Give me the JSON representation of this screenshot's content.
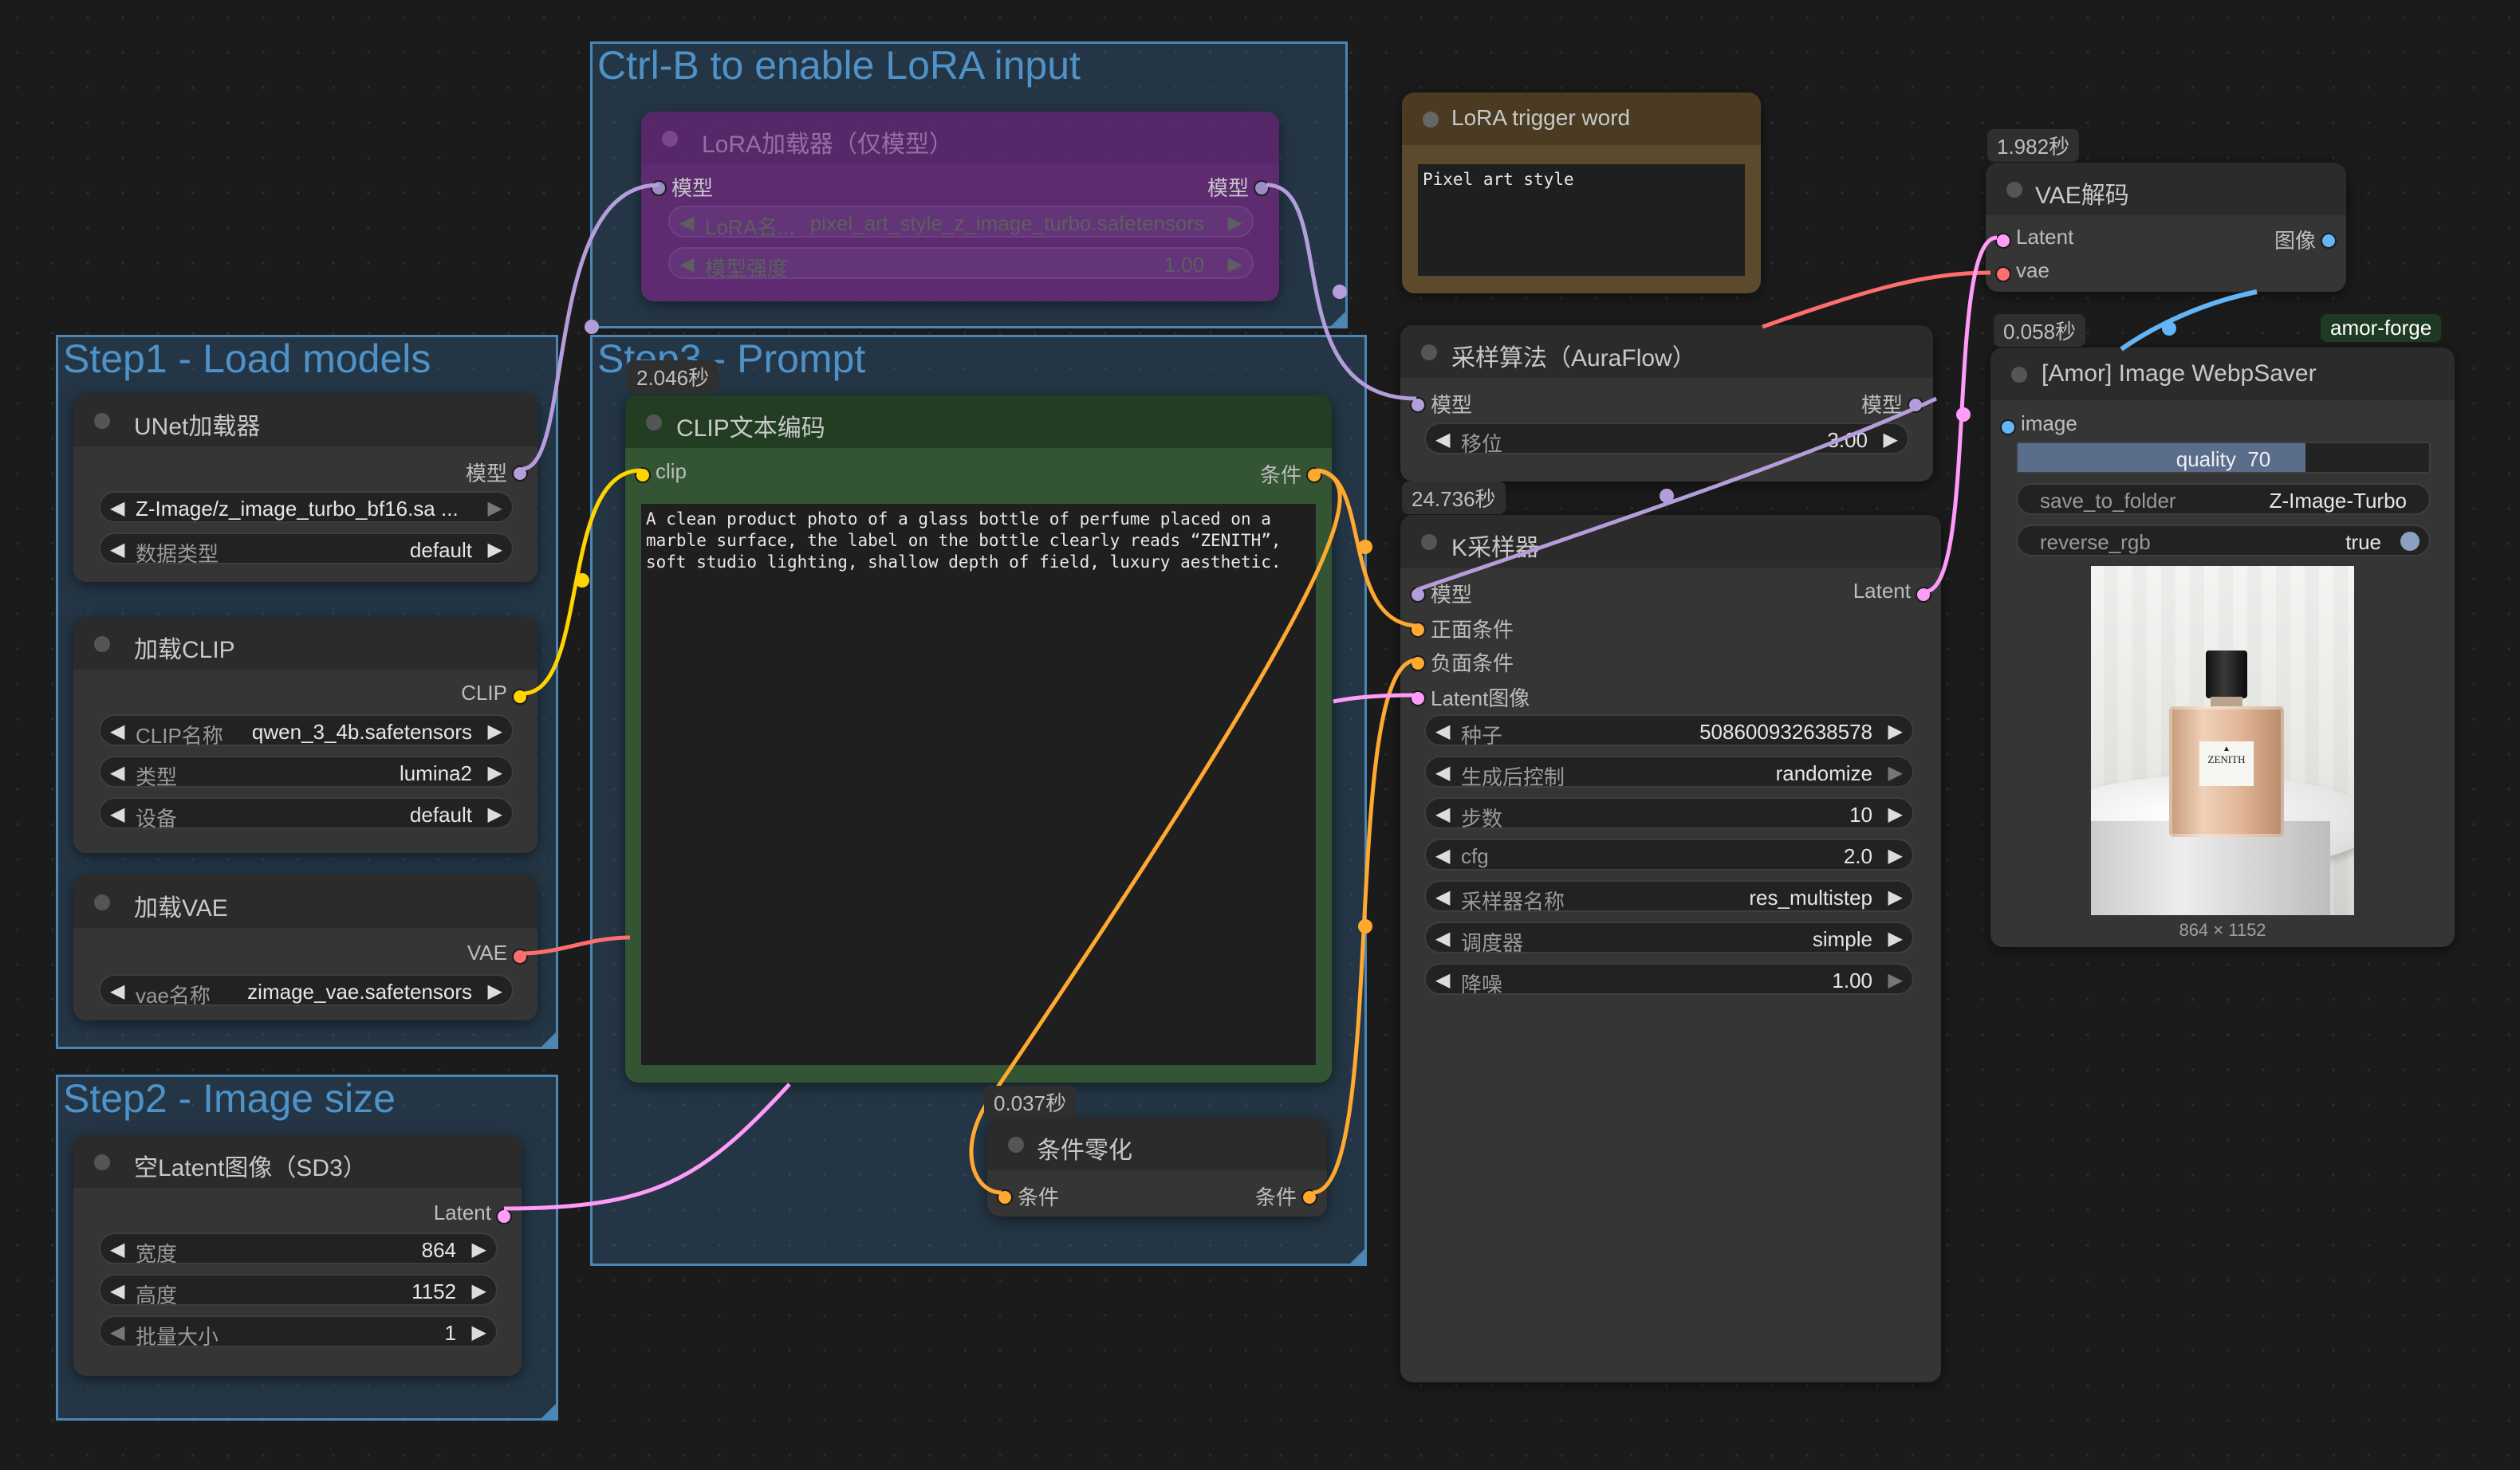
{
  "groups": {
    "lora": "Ctrl-B to enable LoRA input",
    "step1": "Step1 - Load models",
    "step2": "Step2 - Image size",
    "step3": "Step3 - Prompt"
  },
  "lora_node": {
    "title": "LoRA加载器（仅模型）",
    "in_model": "模型",
    "out_model": "模型",
    "w1_label": "LoRA名...",
    "w1_value": "pixel_art_style_z_image_turbo.safetensors",
    "w2_label": "模型强度",
    "w2_value": "1.00"
  },
  "trigger": {
    "title": "LoRA trigger word",
    "text": "Pixel art style"
  },
  "unet": {
    "title": "UNet加载器",
    "out_model": "模型",
    "w1_value": "Z-Image/z_image_turbo_bf16.sa ...",
    "w2_label": "数据类型",
    "w2_value": "default"
  },
  "clip_loader": {
    "title": "加载CLIP",
    "out_clip": "CLIP",
    "w1_label": "CLIP名称",
    "w1_value": "qwen_3_4b.safetensors",
    "w2_label": "类型",
    "w2_value": "lumina2",
    "w3_label": "设备",
    "w3_value": "default"
  },
  "vae_loader": {
    "title": "加载VAE",
    "out_vae": "VAE",
    "w1_label": "vae名称",
    "w1_value": "zimage_vae.safetensors"
  },
  "latent": {
    "title": "空Latent图像（SD3）",
    "out_latent": "Latent",
    "w1_label": "宽度",
    "w1_value": "864",
    "w2_label": "高度",
    "w2_value": "1152",
    "w3_label": "批量大小",
    "w3_value": "1"
  },
  "clip_text": {
    "badge": "2.046秒",
    "title": "CLIP文本编码",
    "in_clip": "clip",
    "out_cond": "条件",
    "prompt": "A clean product photo of a glass bottle of perfume placed on a marble surface, the label on the bottle clearly reads “ZENITH”, soft studio lighting, shallow depth of field, luxury aesthetic."
  },
  "cond_zero": {
    "badge": "0.037秒",
    "title": "条件零化",
    "in_cond": "条件",
    "out_cond": "条件"
  },
  "sampling": {
    "title": "采样算法（AuraFlow）",
    "in_model": "模型",
    "out_model": "模型",
    "w1_label": "移位",
    "w1_value": "3.00"
  },
  "ksampler": {
    "badge": "24.736秒",
    "title": "K采样器",
    "in_model": "模型",
    "in_pos": "正面条件",
    "in_neg": "负面条件",
    "in_latent": "Latent图像",
    "out_latent": "Latent",
    "widgets": [
      {
        "label": "种子",
        "value": "508600932638578"
      },
      {
        "label": "生成后控制",
        "value": "randomize"
      },
      {
        "label": "步数",
        "value": "10"
      },
      {
        "label": "cfg",
        "value": "2.0"
      },
      {
        "label": "采样器名称",
        "value": "res_multistep"
      },
      {
        "label": "调度器",
        "value": "simple"
      },
      {
        "label": "降噪",
        "value": "1.00"
      }
    ]
  },
  "vae_decode": {
    "badge": "1.982秒",
    "title": "VAE解码",
    "in_latent": "Latent",
    "in_vae": "vae",
    "out_image": "图像"
  },
  "saver": {
    "badge": "0.058秒",
    "tag": "amor-forge",
    "title": "[Amor] Image WebpSaver",
    "in_image": "image",
    "quality_label": "quality",
    "quality_value": "70",
    "quality_fraction": 0.7,
    "w2_label": "save_to_folder",
    "w2_value": "Z-Image-Turbo",
    "w3_label": "reverse_rgb",
    "w3_value": "true",
    "label_text": "ZENITH",
    "size": "864 × 1152"
  },
  "colors": {
    "model": "#b39ddb",
    "clip": "#ffd500",
    "vae": "#ff6e6e",
    "latent": "#ff9cf9",
    "cond": "#ffa931",
    "image": "#64b5f6"
  }
}
